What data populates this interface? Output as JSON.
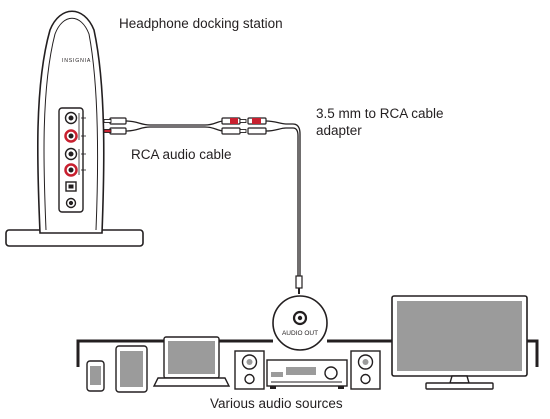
{
  "labels": {
    "dock": "Headphone docking station",
    "rca_cable": "RCA audio cable",
    "adapter_line1": "3.5 mm to RCA cable",
    "adapter_line2": "adapter",
    "sources": "Various audio sources",
    "audio_out": "AUDIO OUT"
  },
  "dock_brand": "INSIGNIA",
  "colors": {
    "outline": "#231f20",
    "red_jack": "#c8202f",
    "white": "#ffffff",
    "gray": "#9b9b9b"
  }
}
